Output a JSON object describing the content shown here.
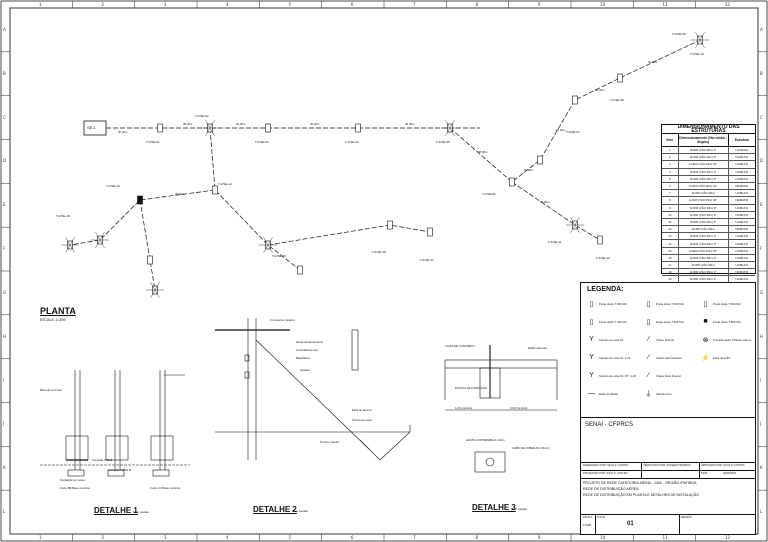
{
  "border": {
    "col_numbers": [
      "1",
      "2",
      "3",
      "4",
      "5",
      "6",
      "7",
      "8",
      "9",
      "10",
      "11",
      "12"
    ],
    "row_letters": [
      "A",
      "B",
      "C",
      "D",
      "E",
      "F",
      "G",
      "H",
      "I",
      "J",
      "K",
      "L"
    ]
  },
  "plan": {
    "substation_label": "SE-1",
    "node_labels": [
      "T-F/SE-01",
      "T-F/SE-02",
      "T-F/SE-03",
      "T-F/SE-04",
      "T-F/SE-05",
      "T-F/SE-06",
      "T-F/SE-07",
      "T-F/SE-08",
      "T-F/SE-09",
      "T-F/SE-10",
      "T-F/SE-11",
      "T-F/SE-12",
      "T-F/SE-13",
      "T-F/SE-14",
      "T-F/SE-15",
      "T-F/SE-16",
      "T-F/SE-17",
      "T-F/SE-18"
    ],
    "span_labels": [
      "40,00m",
      "35,00m",
      "30,00m",
      "35,00m",
      "40,00m",
      "38,00m",
      "30,00m",
      "25,00m",
      "28,00m",
      "32,00m",
      "40,00m",
      "36,00m"
    ]
  },
  "table": {
    "title": "DIMENSIONAMENTO DAS ESTRUTURAS",
    "headers": [
      "Item",
      "Dimensionamento (Vão médio - Ângulo)",
      "Estrutura"
    ],
    "rows": [
      [
        "1",
        "11/300 (VÃO 35m) 0°",
        "U1/N1/M1"
      ],
      [
        "2",
        "11/300 (VÃO 40m) 0°",
        "N1/M1/N1"
      ],
      [
        "3",
        "11/300 (VÃO 35m) 10°",
        "U1/M1/N1"
      ],
      [
        "4",
        "11/300 (VÃO 30m) 0°",
        "N1/M1/N1"
      ],
      [
        "5",
        "11/300 (VÃO 40m) 0°",
        "U1/M1/N1"
      ],
      [
        "6",
        "11/300 (VÃO 38m) 15°",
        "N2/M2/N2"
      ],
      [
        "7",
        "11/300 (VÃO 30m)",
        "U1/M1/N1"
      ],
      [
        "8",
        "11/300 (VÃO 25m) 20°",
        "N3/M3/N3"
      ],
      [
        "9",
        "11/300 (VÃO 28m) 0°",
        "U1/M1/N1"
      ],
      [
        "10",
        "11/300 (VÃO 32m) 0°",
        "N1/M1/N1"
      ],
      [
        "11",
        "11/300 (VÃO 40m) 5°",
        "U1/M1/N1"
      ],
      [
        "12",
        "11/300 (VÃO 36m)",
        "N2/M2/N2"
      ],
      [
        "13",
        "11/300 (VÃO 30m) 0°",
        "U1/M1/N1"
      ],
      [
        "14",
        "11/300 (VÃO 35m) 0°",
        "N1/M1/N1"
      ],
      [
        "15",
        "11/300 (VÃO 40m) 10°",
        "U1/M1/N1"
      ],
      [
        "16",
        "11/300 (VÃO 30m) 0°",
        "N1/M1/N1"
      ],
      [
        "17",
        "11/300 (VÃO 38m)",
        "U1/M1/N1"
      ],
      [
        "18",
        "11/300 (VÃO 35m) 0°",
        "N3/M3/N3"
      ],
      [
        "19",
        "11/300 (VÃO 30m) 0°",
        "U1/M1/N1"
      ],
      [
        "20",
        "11/300 (VÃO 40m) 0°",
        "N1/M1/N1"
      ]
    ]
  },
  "legend": {
    "title": "LEGENDA:",
    "items": [
      "Poste duplo T 300 Mm",
      "Poste duplo T 600 Mm",
      "Poste duplo T 600 Mm",
      "Poste duplo T 300 Mm",
      "Poste duplo T 600 Mm",
      "Poste duplo T 600 Mm",
      "Suporte de estai 01",
      "Chave Fusível",
      "Transformador Trifásico Aéreo",
      "Suporte de estai 01, 1,20",
      "Chave Seccionadora",
      "Para-raios BT",
      "Suporte de estai 02, 45°, 1,20",
      "Chave Faca Fusível",
      "",
      "Rede de Média",
      "Aterramento",
      ""
    ]
  },
  "details": {
    "planta_title": "PLANTA",
    "planta_scale": "ESCALA: 1:1000",
    "d1_title": "DETALHE 1",
    "d1_sub": "Sem escala",
    "d2_title": "DETALHE 2",
    "d2_sub": "Sem escala",
    "d3_title": "DETALHE 3",
    "d3_sub": "Sem escala",
    "d1_notes": [
      "Base de concreto",
      "Fundação por poste",
      "Armação 7.85x3",
      "Armação 7.85x3 B",
      "Corte BB Base concreto",
      "Corte CC Base concreto"
    ],
    "d2_notes": [
      "Cruzeta de madeira",
      "Haste de aterramento",
      "Cordoalha de aço",
      "Braçadeira",
      "Isolador",
      "Estai de âncora",
      "Âncora do estai",
      "Terreno natural"
    ],
    "d3_notes": [
      "CAIXA DE CONCRETO",
      "Malha aterrada",
      "ESTACA DE FUNDAÇÃO",
      "1,00 (mínimo)",
      "3,00 (mínimo)",
      "HASTE COPPERWELD 2,40m",
      "CABO DE COBRE NU 35mm²"
    ]
  },
  "title_block": {
    "company": "SENAI - CFPRCS",
    "desenhado_por": "DESENHADO POR: SILVA P. CASTRO",
    "verificado_por": "VERIFICADO POR: ROGERIO BARROS",
    "aprovado_por": "APROVADO POR: SILVA P. CASTRO",
    "projetado_por": "PROJETADO POR: SILVA P. CASTRO",
    "data_label": "DATA",
    "data_value": "30/06/2025",
    "project_title": "PROJETO DE REDE CATEGORIA MÉDIA - 13kV - REGIÃO IPATINGA",
    "subtitle1": "REDE DE DISTRIBUIÇÃO AÉREA",
    "subtitle2": "REDE DE DISTRIBUIÇÃO EM PLANTA E DETALHES DE INSTALAÇÃO",
    "folha_label": "FOLHA",
    "folha_value": "01",
    "revisao_label": "REVISÃO",
    "escala_label": "ESCALA",
    "escala_value": "1:1000"
  }
}
